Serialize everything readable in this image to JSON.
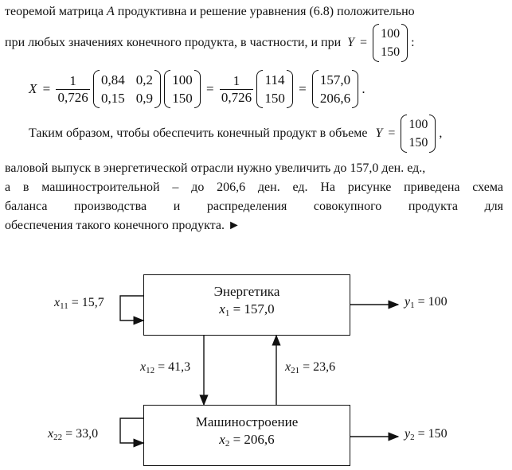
{
  "text": {
    "line1": "теоремой матрица",
    "line1_A": "A",
    "line1_rest": "продуктивна и решение уравнения (6.8) положительно",
    "line2": "при любых значениях конечного продукта, в частности, и при",
    "Y": "Y",
    "eq": "=",
    "Yvec": [
      "100",
      "150"
    ],
    "colon": ":",
    "X": "X",
    "one": "1",
    "det": "0,726",
    "matrix": [
      "0,84",
      "0,2",
      "0,15",
      "0,9"
    ],
    "vec1": [
      "100",
      "150"
    ],
    "vec2": [
      "114",
      "150"
    ],
    "vec3": [
      "157,0",
      "206,6"
    ],
    "period": ".",
    "para2_start": "Таким образом, чтобы обеспечить конечный продукт в объеме",
    "comma": ",",
    "para2_l2": "валовой выпуск в энергетической отрасли нужно увеличить до 157,0 ден. ед.,",
    "para2_l3": "а в машиностроительной – до 206,6 ден. ед. На рисунке приведена схема",
    "para2_l4": "баланса производства и распределения совокупного продукта для",
    "para2_l5": "обеспечения такого конечного продукта. ►"
  },
  "diagram": {
    "box1": {
      "title": "Энергетика",
      "var": "x",
      "sub": "1",
      "value": "= 157,0"
    },
    "box2": {
      "title": "Машиностроение",
      "var": "x",
      "sub": "2",
      "value": "= 206,6"
    },
    "x11": {
      "var": "x",
      "sub": "11",
      "value": "= 15,7"
    },
    "x12": {
      "var": "x",
      "sub": "12",
      "value": "= 41,3"
    },
    "x21": {
      "var": "x",
      "sub": "21",
      "value": "= 23,6"
    },
    "x22": {
      "var": "x",
      "sub": "22",
      "value": "= 33,0"
    },
    "y1": {
      "var": "y",
      "sub": "1",
      "value": "= 100"
    },
    "y2": {
      "var": "y",
      "sub": "2",
      "value": "= 150"
    }
  }
}
